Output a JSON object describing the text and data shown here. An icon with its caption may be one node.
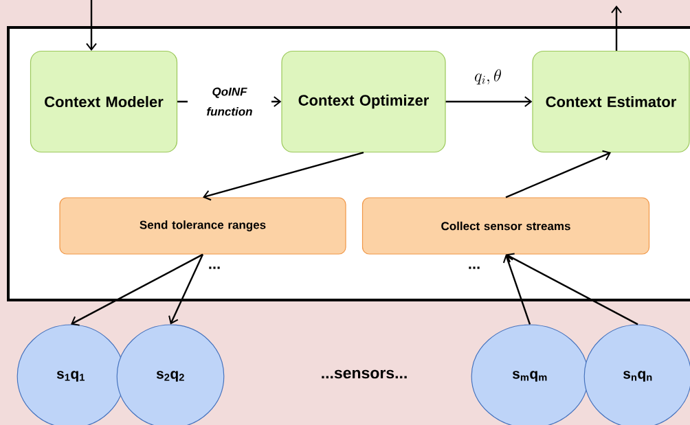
{
  "diagram": {
    "nodes": [
      {
        "text": [
          "Context Modeler"
        ]
      },
      {
        "text": [
          "Context Optimizer"
        ]
      },
      {
        "text": [
          "Context Estimator"
        ]
      },
      {
        "text": [
          "Send tolerance ranges"
        ]
      },
      {
        "text": [
          "Collect sensor streams"
        ]
      },
      {
        "text": [
          "s$_{1}$q$_{1}$"
        ]
      },
      {
        "text": [
          "s$_{2}$q$_{2}$"
        ]
      },
      {
        "text": [
          "s$_{m}$q$_{m}$"
        ]
      },
      {
        "text": [
          "s$_{n}$q$_{n}$"
        ]
      }
    ],
    "edges": [
      {
        "from": null,
        "to": 0,
        "arrow": "to"
      },
      {
        "from": 0,
        "to": 1,
        "arrow": "to",
        "label": "QoINF function"
      },
      {
        "from": 1,
        "to": 2,
        "arrow": "to",
        "label": "q_i,\\theta"
      },
      {
        "from": 2,
        "to": null,
        "arrow": "to"
      },
      {
        "from": 1,
        "to": 3,
        "arrow": "to"
      },
      {
        "from": 4,
        "to": 2,
        "arrow": "to"
      },
      {
        "from": 3,
        "to": 5,
        "arrow": "to"
      },
      {
        "from": 3,
        "to": 6,
        "arrow": "to"
      },
      {
        "from": 7,
        "to": 4,
        "arrow": "to"
      },
      {
        "from": 8,
        "to": 4,
        "arrow": "to"
      }
    ],
    "labels": [
      "...",
      "...",
      "...sensors..."
    ]
  }
}
